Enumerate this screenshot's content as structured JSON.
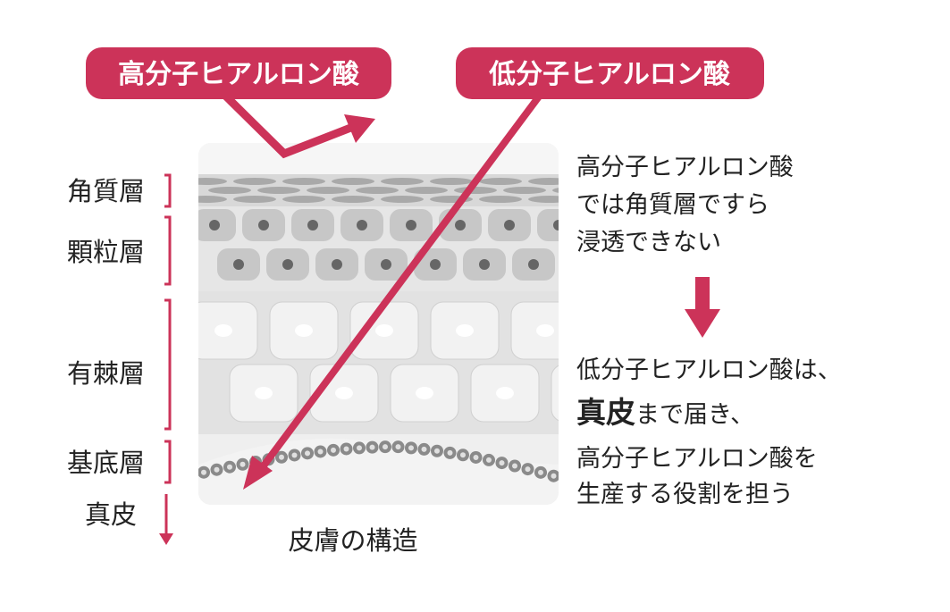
{
  "colors": {
    "accent": "#cc3359",
    "text": "#222222"
  },
  "tags": {
    "high": "高分子ヒアルロン酸",
    "low": "低分子ヒアルロン酸"
  },
  "layers": [
    "角質層",
    "顆粒層",
    "有棘層",
    "基底層",
    "真皮"
  ],
  "caption": "皮膚の構造",
  "right_text": {
    "top": [
      "高分子ヒアルロン酸",
      "では角質層ですら",
      "浸透できない"
    ],
    "bottom_line1": "低分子ヒアルロン酸は、",
    "bottom_line2_bold": "真皮",
    "bottom_line2_rest": "まで届き、",
    "bottom_line3": "高分子ヒアルロン酸を",
    "bottom_line4": "生産する役割を担う"
  }
}
